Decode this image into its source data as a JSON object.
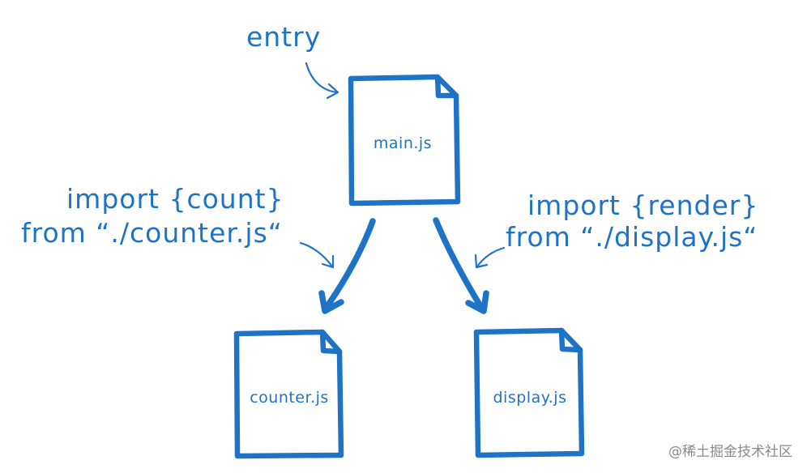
{
  "diagram": {
    "color": "#1f73c7",
    "entry_label": "entry",
    "files": {
      "main": "main.js",
      "counter": "counter.js",
      "display": "display.js"
    },
    "imports": {
      "left_line1": "import {count}",
      "left_line2": "from “./counter.js“",
      "right_line1": "import {render}",
      "right_line2": "from “./display.js“"
    }
  },
  "watermark": "@稀土掘金技术社区"
}
